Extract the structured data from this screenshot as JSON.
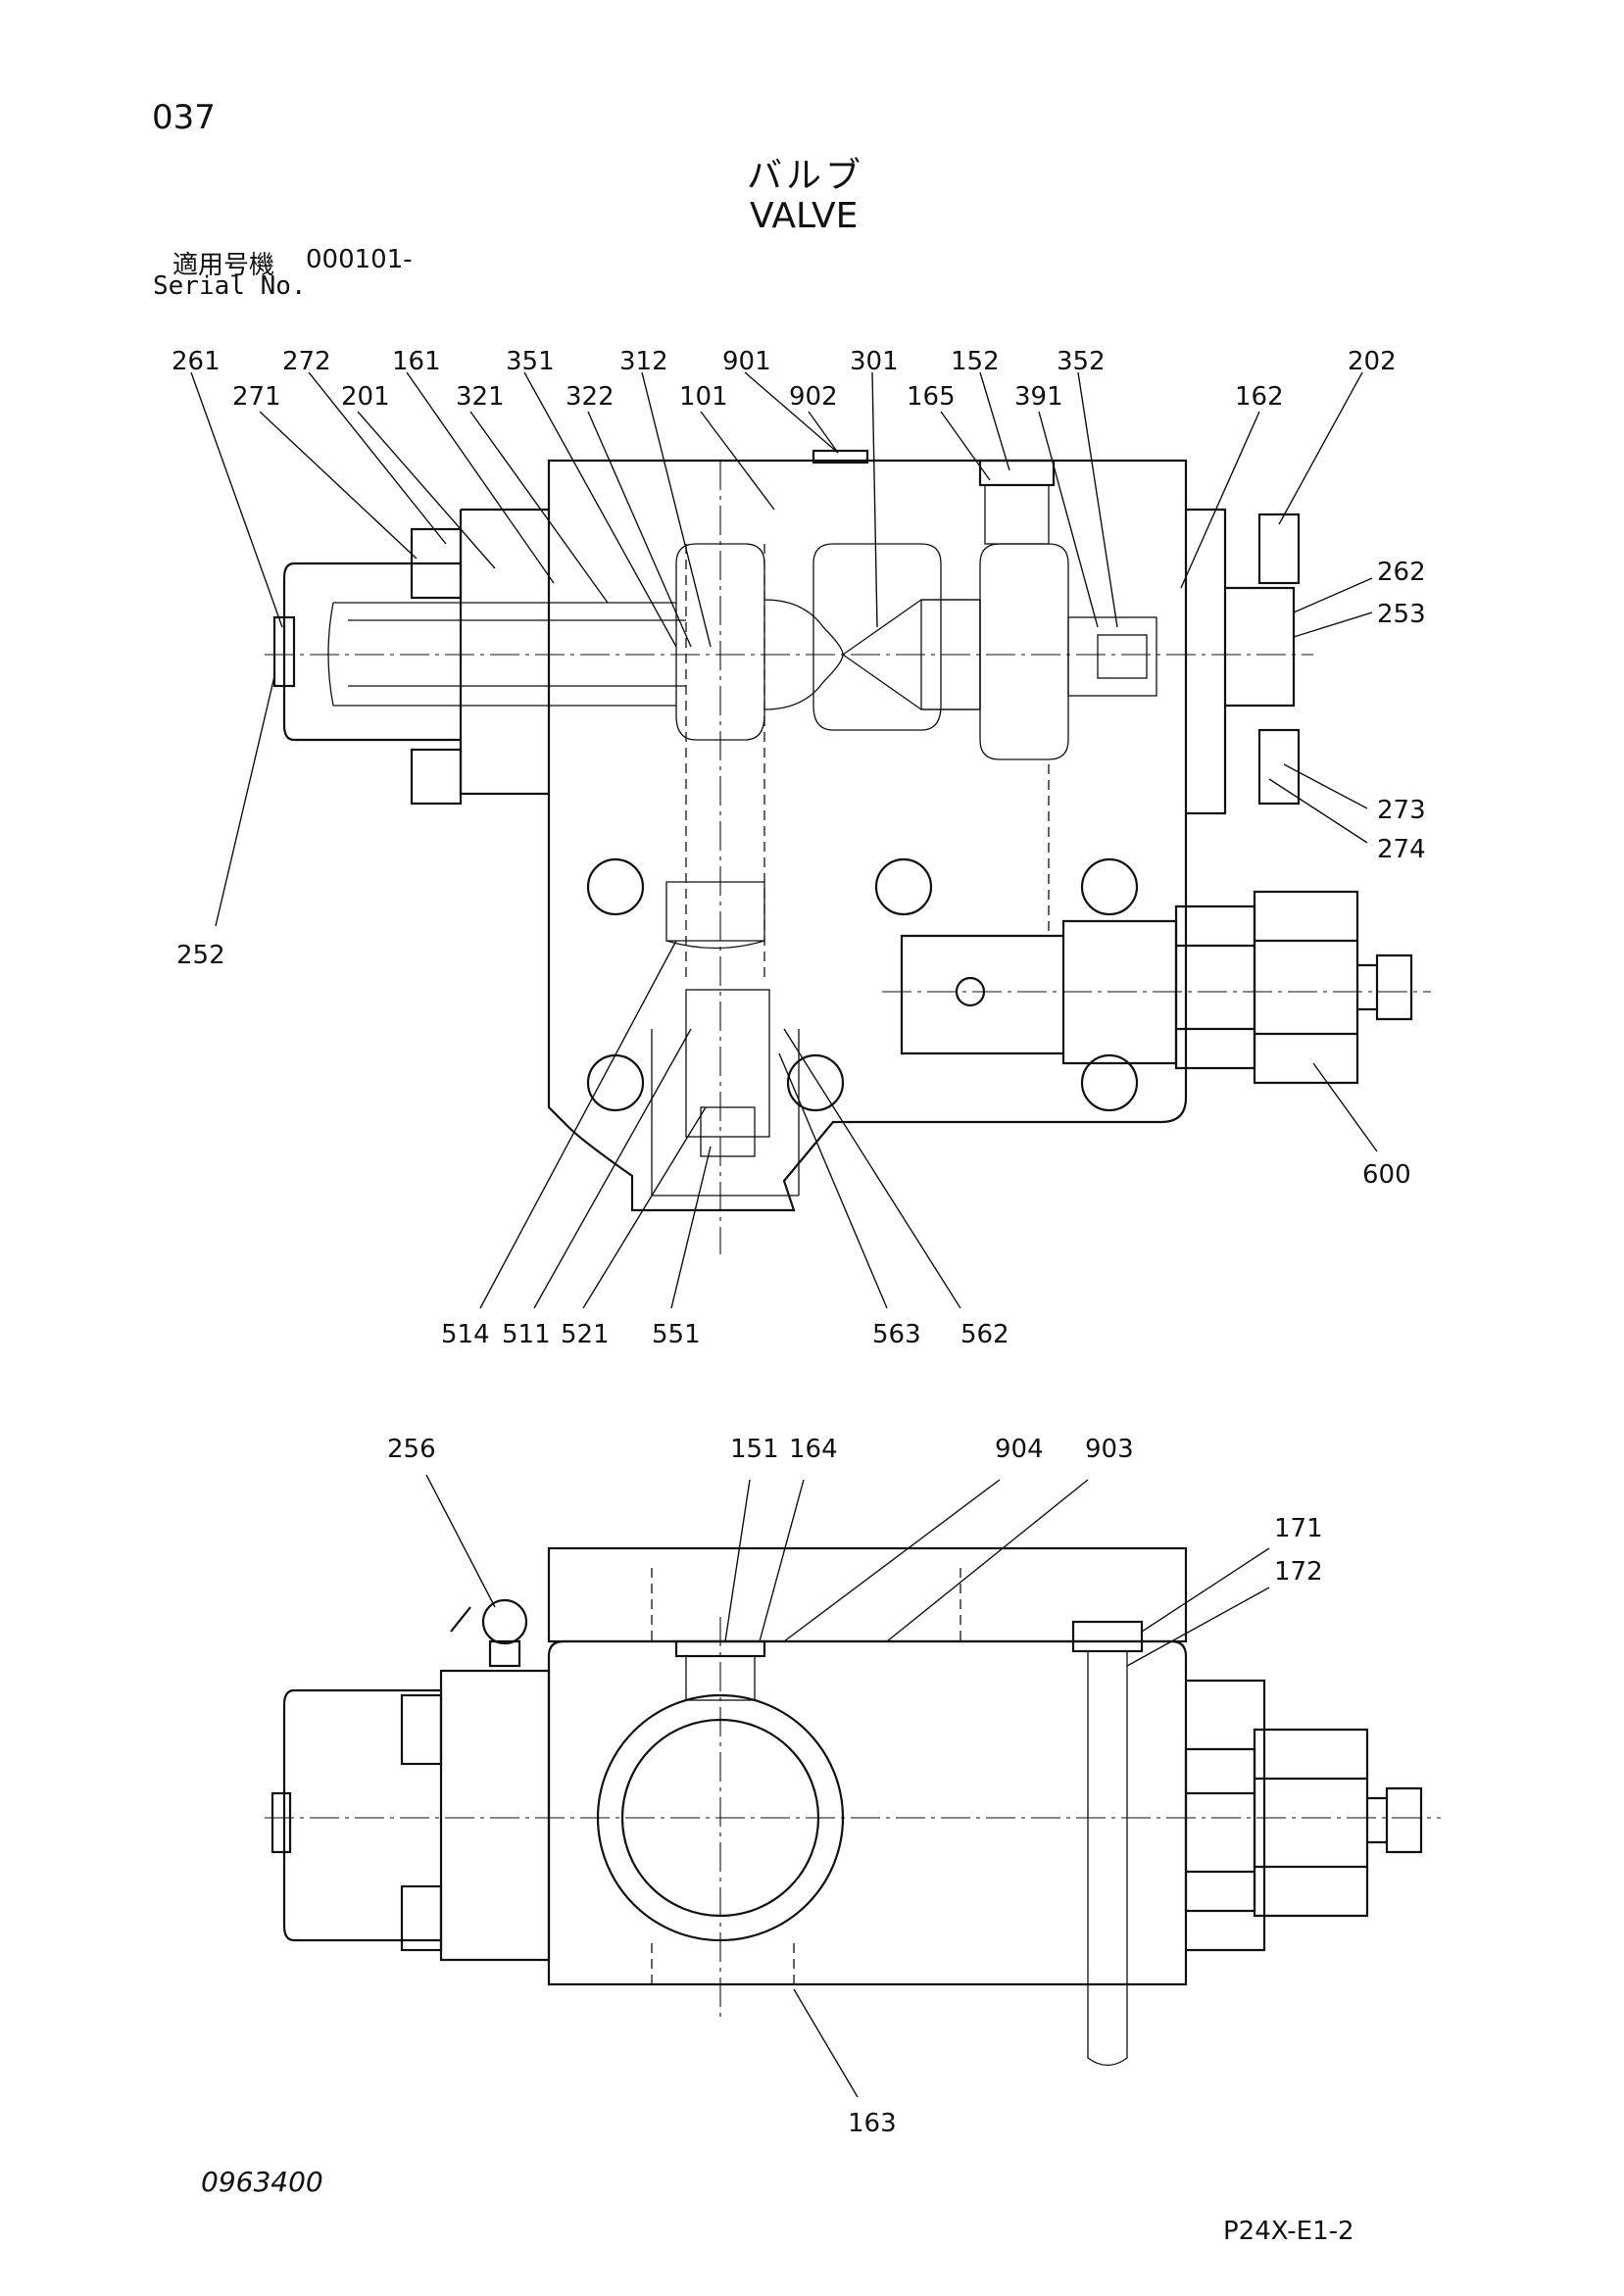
{
  "header": {
    "page_number": "037",
    "title_jp": "バルブ",
    "title_en": "VALVE",
    "serial_label_jp": "適用号機",
    "serial_range": "000101-",
    "serial_label_en": "Serial No."
  },
  "footer": {
    "doc_number": "0963400",
    "sheet_ref": "P24X-E1-2"
  },
  "section_view": {
    "callouts": [
      "261",
      "272",
      "161",
      "351",
      "312",
      "901",
      "301",
      "152",
      "352",
      "202",
      "271",
      "201",
      "321",
      "322",
      "101",
      "902",
      "165",
      "391",
      "162",
      "262",
      "253",
      "273",
      "274",
      "252",
      "600",
      "514",
      "511",
      "521",
      "551",
      "563",
      "562"
    ]
  },
  "external_view": {
    "callouts": [
      "256",
      "151",
      "164",
      "904",
      "903",
      "171",
      "172",
      "163"
    ]
  }
}
